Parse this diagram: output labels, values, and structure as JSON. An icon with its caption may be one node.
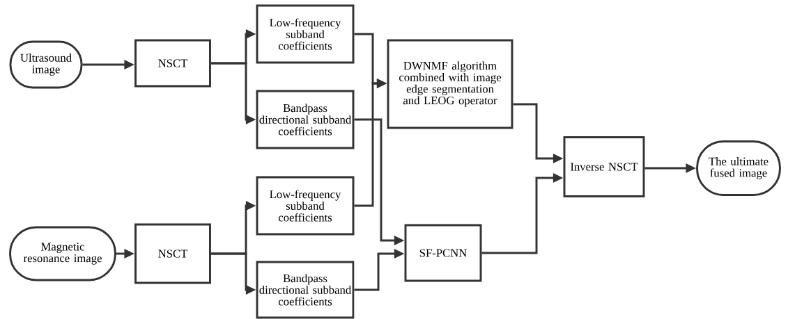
{
  "diagram": {
    "nodes": [
      {
        "text": [
          "Ultrasound image"
        ]
      },
      {
        "text": [
          "NSCT"
        ]
      },
      {
        "text": [
          "Low-frequency subband coefficients"
        ]
      },
      {
        "text": [
          "Bandpass directional subband coefficients"
        ]
      },
      {
        "text": [
          "DWNMF algorithm combined with image edge segmentation and LEOG operator"
        ]
      },
      {
        "text": [
          "Inverse NSCT"
        ]
      },
      {
        "text": [
          "The ultimate fused image"
        ]
      },
      {
        "text": [
          "Low-frequency subband coefficients"
        ]
      },
      {
        "text": [
          "Magnetic resonance image"
        ]
      },
      {
        "text": [
          "NSCT"
        ]
      },
      {
        "text": [
          "SF-PCNN"
        ]
      },
      {
        "text": [
          "Bandpass directional subband coefficients"
        ]
      }
    ],
    "edges": [
      {
        "from": 0,
        "to": 1,
        "arrow": "to"
      },
      {
        "from": 1,
        "to": 2,
        "arrow": "to"
      },
      {
        "from": 1,
        "to": 3,
        "arrow": "to"
      },
      {
        "from": 2,
        "to": 4,
        "arrow": "to"
      },
      {
        "from": 7,
        "to": 4,
        "arrow": "to"
      },
      {
        "from": 3,
        "to": 10,
        "arrow": "to"
      },
      {
        "from": 11,
        "to": 10,
        "arrow": "to"
      },
      {
        "from": 8,
        "to": 9,
        "arrow": "to"
      },
      {
        "from": 9,
        "to": 7,
        "arrow": "to"
      },
      {
        "from": 9,
        "to": 11,
        "arrow": "to"
      },
      {
        "from": 4,
        "to": 5,
        "arrow": "to"
      },
      {
        "from": 10,
        "to": 5,
        "arrow": "to"
      },
      {
        "from": 5,
        "to": 6,
        "arrow": "to"
      }
    ]
  }
}
